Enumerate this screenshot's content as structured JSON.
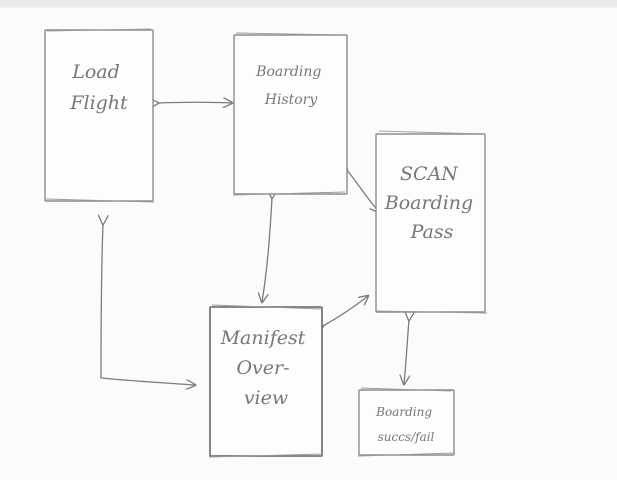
{
  "diagram": {
    "nodes": [
      {
        "id": "load",
        "lines": [
          "Load",
          "Flight"
        ]
      },
      {
        "id": "history",
        "lines": [
          "Boarding",
          "History"
        ]
      },
      {
        "id": "scan",
        "lines": [
          "SCAN",
          "Boarding",
          "Pass"
        ]
      },
      {
        "id": "manifest",
        "lines": [
          "Manifest",
          "Over-",
          "view"
        ]
      },
      {
        "id": "result",
        "lines": [
          "Boarding",
          "succs/fail"
        ]
      }
    ],
    "edges": [
      {
        "from": "load",
        "to": "history",
        "direction": "both"
      },
      {
        "from": "history",
        "to": "manifest",
        "direction": "both"
      },
      {
        "from": "history",
        "to": "scan",
        "direction": "both"
      },
      {
        "from": "load",
        "to": "manifest",
        "direction": "forward"
      },
      {
        "from": "manifest",
        "to": "scan",
        "direction": "both"
      },
      {
        "from": "scan",
        "to": "result",
        "direction": "both"
      }
    ]
  }
}
